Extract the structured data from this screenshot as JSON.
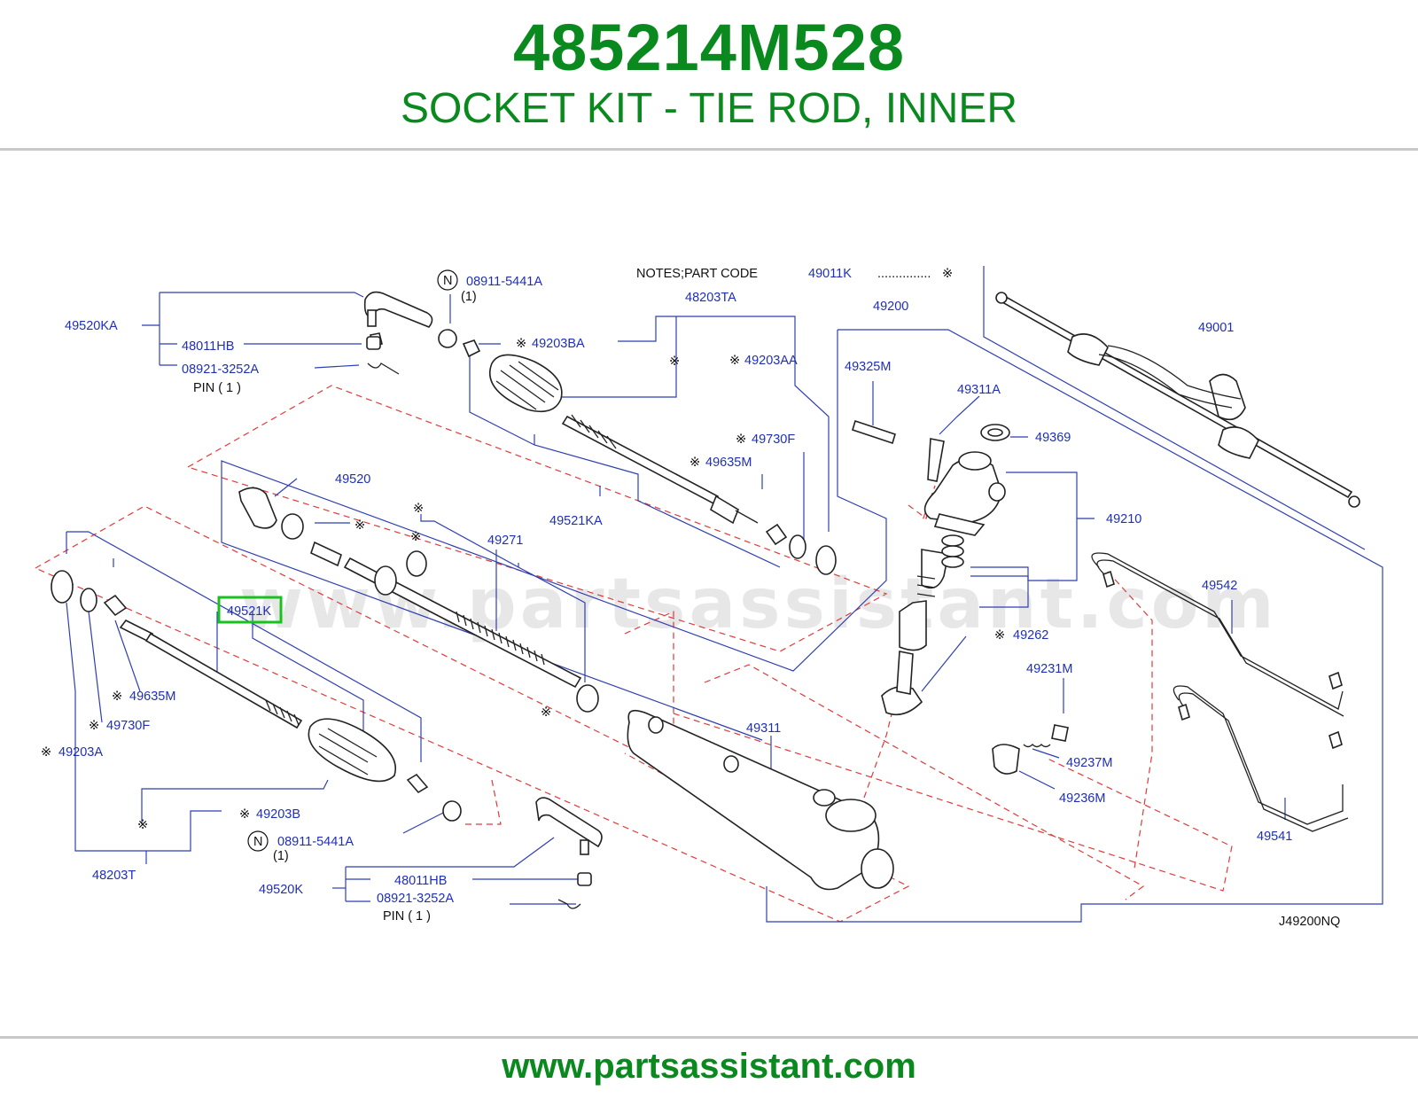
{
  "header": {
    "part_number": "485214M528",
    "description": "SOCKET KIT - TIE ROD, INNER"
  },
  "footer": {
    "url": "www.partsassistant.com"
  },
  "diagram": {
    "watermark": "www.partsassistant.com",
    "notes": "NOTES;PART   CODE",
    "notes_code": "49011K",
    "notes_dots": "...............",
    "mark": "※",
    "n_symbol": "N",
    "pin_text": "PIN   (  1 )",
    "qty_one": "(1)",
    "drawing_code": "J49200NQ",
    "highlight": "49521K",
    "labels": {
      "p49520KA": "49520KA",
      "p08911_top": "08911-5441A",
      "p48011HB_top": "48011HB",
      "p08921_top": "08921-3252A",
      "p48203TA": "48203TA",
      "p49203BA": "49203BA",
      "p49203AA": "49203AA",
      "p49200": "49200",
      "p49001": "49001",
      "p49325M": "49325M",
      "p49311A": "49311A",
      "p49369": "49369",
      "p49730F_top": "49730F",
      "p49635M_top": "49635M",
      "p49520": "49520",
      "p49521KA": "49521KA",
      "p49210": "49210",
      "p49271": "49271",
      "p49542": "49542",
      "p49262": "49262",
      "p49231M": "49231M",
      "p49237M": "49237M",
      "p49236M": "49236M",
      "p49311": "49311",
      "p49541": "49541",
      "p49635M_bot": "49635M",
      "p49730F_bot": "49730F",
      "p49203A": "49203A",
      "p49203B": "49203B",
      "p08911_bot": "08911-5441A",
      "p48203T": "48203T",
      "p49520K": "49520K",
      "p48011HB_bot": "48011HB",
      "p08921_bot": "08921-3252A"
    }
  }
}
